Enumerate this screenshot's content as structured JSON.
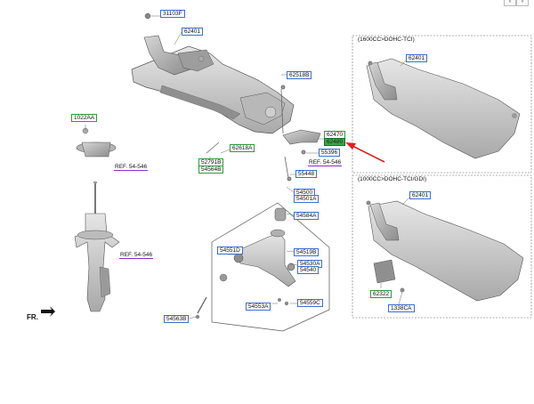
{
  "labels": {
    "p31103F": "31103F",
    "p62401_main": "62401",
    "p62518B": "62518B",
    "p1022AA": "1022AA",
    "p62618A": "62618A",
    "p52791B": "52791B",
    "p54564B": "54564B",
    "p6247a": "62470",
    "p6247b": "62480",
    "p55396": "55396",
    "p55448": "55448",
    "p54500": "54500",
    "p54501A": "54501A",
    "p54584A": "54584A",
    "p54551D": "54551D",
    "p54519B": "54519B",
    "p54530A": "54530A",
    "p54540": "54540",
    "p54553A": "54553A",
    "p54559C": "54559C",
    "p54563B": "54563B",
    "p62401_top": "62401",
    "p62401_bot": "62401",
    "p62322": "62322",
    "p1338CA": "1338CA"
  },
  "refs": {
    "ref_strut_top": "REF. 54-546",
    "ref_strut_mid": "REF. 54-546",
    "ref_bracket": "REF. 54-546"
  },
  "captions": {
    "variant_top": "(1600CC>DOHC-TCI)",
    "variant_bottom": "(1000CC>DOHC-TCI/GDI)"
  },
  "direction": "FR.",
  "colors": {
    "label_border": "#3b6fd0",
    "label_border_green": "#2e9a3a",
    "highlight_fill": "#3aa64a",
    "ref_underline": "#8b2fc9",
    "pointer_arrow": "#e02020"
  }
}
